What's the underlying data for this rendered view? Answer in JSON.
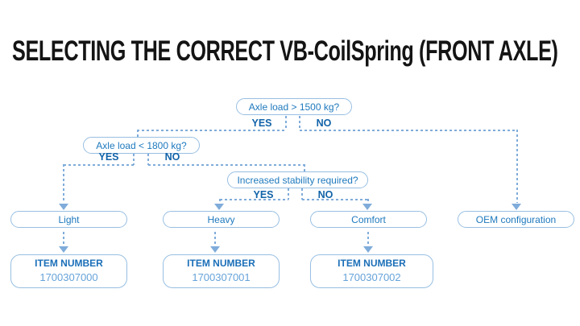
{
  "title": "SELECTING THE CORRECT VB-CoilSpring (FRONT AXLE)",
  "colors": {
    "title_text": "#141414",
    "box_border": "#98bfe2",
    "question_text": "#1e79be",
    "yes_no_text": "#1163a9",
    "item_heading_text": "#1b6fb8",
    "item_number_text": "#66a3d9",
    "connector_line": "#7facda",
    "background": "#ffffff"
  },
  "flow": {
    "questions": [
      {
        "label": "Axle load > 1500 kg?",
        "yes": "YES",
        "no": "NO"
      },
      {
        "label": "Axle load < 1800 kg?",
        "yes": "YES",
        "no": "NO"
      },
      {
        "label": "Increased stability required?",
        "yes": "YES",
        "no": "NO"
      }
    ],
    "results": [
      {
        "label": "Light"
      },
      {
        "label": "Heavy"
      },
      {
        "label": "Comfort"
      },
      {
        "label": "OEM configuration"
      }
    ],
    "items": [
      {
        "heading": "ITEM NUMBER",
        "number": "1700307000"
      },
      {
        "heading": "ITEM NUMBER",
        "number": "1700307001"
      },
      {
        "heading": "ITEM NUMBER",
        "number": "1700307002"
      }
    ]
  }
}
